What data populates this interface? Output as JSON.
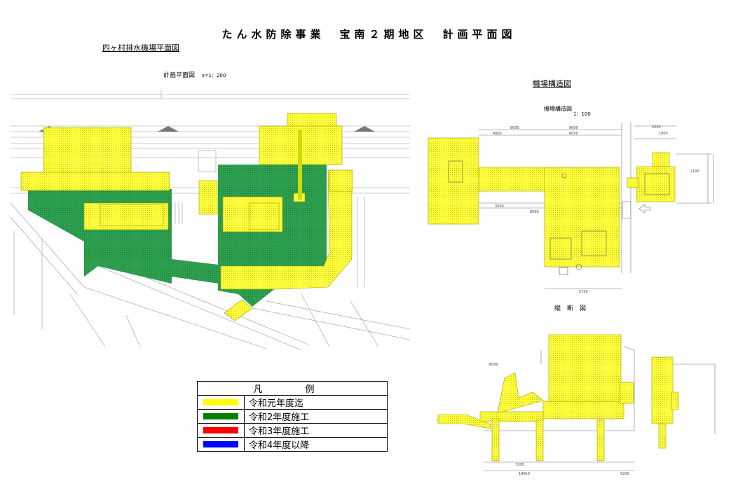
{
  "title": "たん水防除事業　宝南２期地区　計画平面図",
  "left_heading": "四ヶ村排水機場平面図",
  "plan_caption": "計画平面図",
  "plan_scale": "s=1：200",
  "right_heading": "機場構造図",
  "structure_caption": "機場構造図",
  "structure_scale": "1：100",
  "section_caption": "縦　断　図",
  "colors": {
    "yellow": "#ffff00",
    "green": "#008000",
    "red": "#ff0000",
    "blue": "#0000ff"
  },
  "legend": {
    "header": "凡　例",
    "items": [
      {
        "label": "令和元年度迄",
        "color": "#ffff00"
      },
      {
        "label": "令和2年度施工",
        "color": "#008000"
      },
      {
        "label": "令和3年度施工",
        "color": "#ff0000"
      },
      {
        "label": "令和4年度以降",
        "color": "#0000ff"
      }
    ]
  },
  "dims": {
    "top_a": "8000",
    "top_b": "9600",
    "d4000": "4000",
    "d6050": "6050",
    "d5750": "5750",
    "d3500": "3500",
    "d8000": "8000",
    "d1800": "1800",
    "d2100": "2100",
    "d14650": "14650",
    "d5200": "5200",
    "d7200": "7200",
    "d2200": "2200"
  }
}
